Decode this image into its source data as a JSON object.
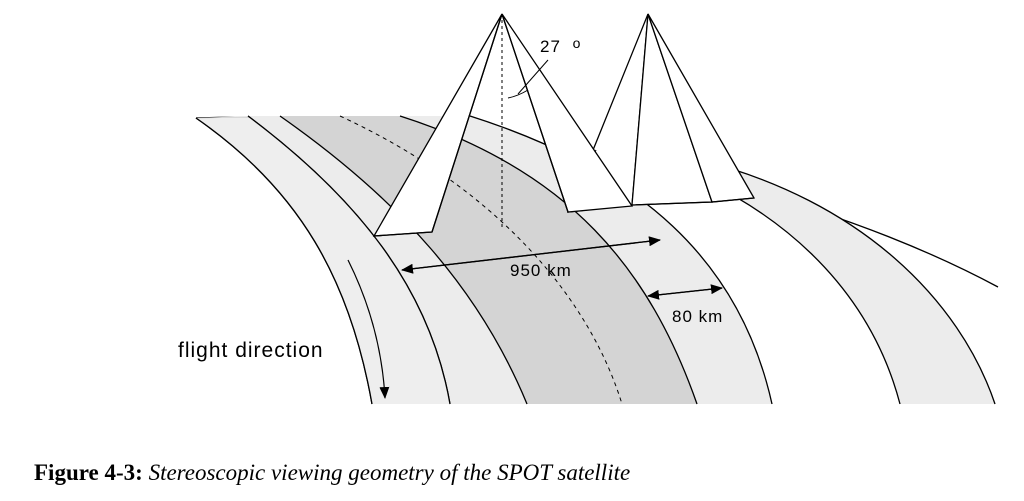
{
  "figure": {
    "label": "Figure 4-3:",
    "caption": "Stereoscopic viewing geometry of  the SPOT  satellite"
  },
  "diagram": {
    "angle_label": "27",
    "angle_unit": "o",
    "swath_total_label": "950 km",
    "swath_width_label": "80 km",
    "direction_label": "flight direction"
  },
  "colors": {
    "outer_band": "#ececec",
    "middle_band": "#d4d4d4",
    "line": "#000000"
  }
}
